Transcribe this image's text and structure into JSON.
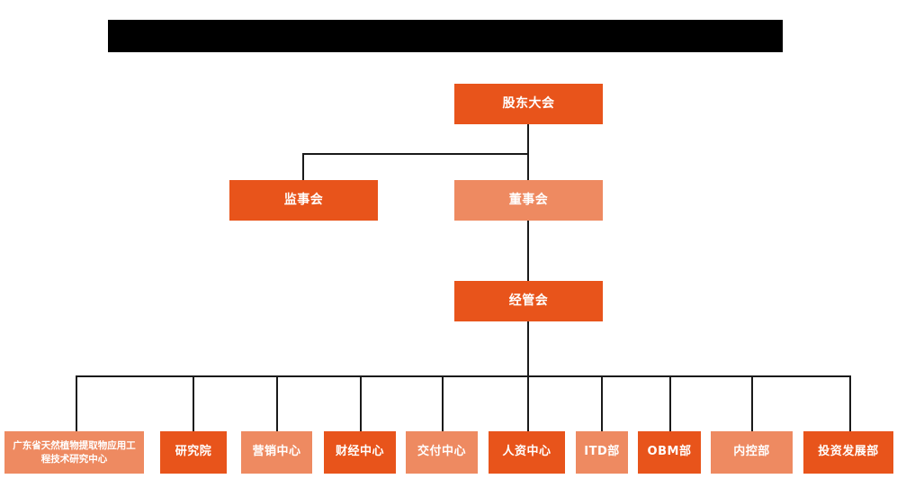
{
  "chart": {
    "type": "org-chart",
    "title_banner": {
      "label": "",
      "redacted": true,
      "color": "#000000"
    },
    "colors": {
      "dark_orange": "#E8541B",
      "light_orange": "#EE8A61",
      "connector": "#1a1a1a",
      "background": "#FFFFFF",
      "text": "#FFFFFF"
    },
    "levels": [
      {
        "level": 1,
        "nodes": [
          {
            "id": "shareholders",
            "label": "股东大会",
            "shade": "dark"
          }
        ]
      },
      {
        "level": 2,
        "nodes": [
          {
            "id": "supervisors",
            "label": "监事会",
            "shade": "dark"
          },
          {
            "id": "directors",
            "label": "董事会",
            "shade": "light"
          }
        ]
      },
      {
        "level": 3,
        "nodes": [
          {
            "id": "management",
            "label": "经管会",
            "shade": "dark"
          }
        ]
      },
      {
        "level": 4,
        "nodes": [
          {
            "id": "research-center",
            "label": "广东省天然植物提取物应用工程技术研究中心",
            "shade": "light"
          },
          {
            "id": "research-institute",
            "label": "研究院",
            "shade": "dark"
          },
          {
            "id": "marketing-center",
            "label": "营销中心",
            "shade": "light"
          },
          {
            "id": "finance-center",
            "label": "财经中心",
            "shade": "dark"
          },
          {
            "id": "delivery-center",
            "label": "交付中心",
            "shade": "light"
          },
          {
            "id": "hr-center",
            "label": "人资中心",
            "shade": "dark"
          },
          {
            "id": "itd-dept",
            "label": "ITD部",
            "shade": "light"
          },
          {
            "id": "obm-dept",
            "label": "OBM部",
            "shade": "dark"
          },
          {
            "id": "internal-control-dept",
            "label": "内控部",
            "shade": "light"
          },
          {
            "id": "investment-development-dept",
            "label": "投资发展部",
            "shade": "dark"
          }
        ]
      }
    ]
  }
}
